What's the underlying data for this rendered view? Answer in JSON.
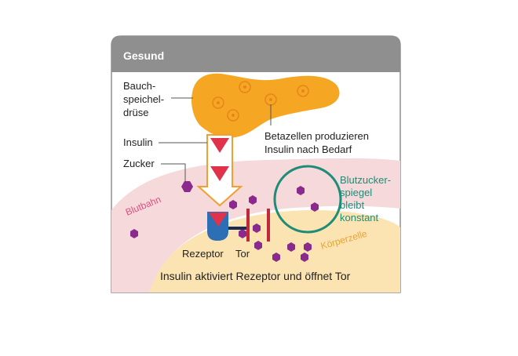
{
  "panel": {
    "header": "Gesund"
  },
  "labels": {
    "pancreas": [
      "Bauch-",
      "speichel-",
      "drüse"
    ],
    "betacells": [
      "Betazellen produzieren",
      "Insulin nach Bedarf"
    ],
    "insulin": "Insulin",
    "sugar": "Zucker",
    "bloodstream": "Blutbahn",
    "bloodsugar": [
      "Blutzucker-",
      "spiegel",
      "bleibt",
      "konstant"
    ],
    "bodycell": "Körperzelle",
    "receptor": "Rezeptor",
    "gate": "Tor",
    "caption": "Insulin aktiviert Rezeptor und öffnet Tor"
  },
  "colors": {
    "header_bg": "#8f8f8f",
    "pancreas": "#f5a623",
    "insulin": "#e0334b",
    "sugar": "#8a2a8c",
    "blood": "#f6d9da",
    "blood_text": "#e04f83",
    "cell": "#fbe4b2",
    "cell_text": "#e8a33a",
    "circle": "#1f8c77",
    "receptor": "#2c6fb5",
    "gate": "#c0283e",
    "arrow": "#f0a030"
  }
}
